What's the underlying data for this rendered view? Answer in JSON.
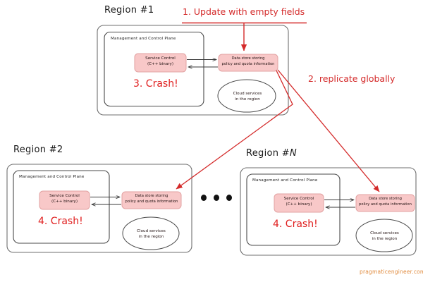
{
  "diagram": {
    "title_annotations": [
      {
        "id": "step1",
        "label": "1. Update with empty fields",
        "color": "#d42a2a"
      },
      {
        "id": "step2",
        "label": "2. replicate globally",
        "color": "#d42a2a"
      }
    ],
    "colors": {
      "accent_red": "#d42a2a",
      "crash_red": "#e02020",
      "node_fill": "#f8c8c8",
      "node_stroke": "#e2a2a2",
      "box_stroke": "#6f6f6f",
      "text_dark": "#1a1a1a",
      "watermark": "#e08a3c"
    },
    "regions": [
      {
        "id": "region-1",
        "title": "Region #1",
        "title_italic_suffix": "",
        "control_plane_label": "Management and Control Plane",
        "service_control": {
          "line1": "Service Control",
          "line2": "(C++ binary)"
        },
        "data_store": {
          "line1": "Data store storing",
          "line2": "policy and quota information"
        },
        "cloud_services": {
          "line1": "Cloud services",
          "line2": "in the region"
        },
        "crash_label": "3. Crash!"
      },
      {
        "id": "region-2",
        "title": "Region #2",
        "title_italic_suffix": "",
        "control_plane_label": "Management and Control Plane",
        "service_control": {
          "line1": "Service Control",
          "line2": "(C++ binary)"
        },
        "data_store": {
          "line1": "Data store storing",
          "line2": "policy and quota information"
        },
        "cloud_services": {
          "line1": "Cloud services",
          "line2": "in the region"
        },
        "crash_label": "4. Crash!"
      },
      {
        "id": "region-n",
        "title": "Region #",
        "title_italic_suffix": "N",
        "control_plane_label": "Management and Control Plane",
        "service_control": {
          "line1": "Service Control",
          "line2": "(C++ binary)"
        },
        "data_store": {
          "line1": "Data store storing",
          "line2": "policy and quota information"
        },
        "cloud_services": {
          "line1": "Cloud services",
          "line2": "in the region"
        },
        "crash_label": "4. Crash!"
      }
    ],
    "ellipsis": "• • •",
    "watermark": "pragmaticengineer.com"
  }
}
